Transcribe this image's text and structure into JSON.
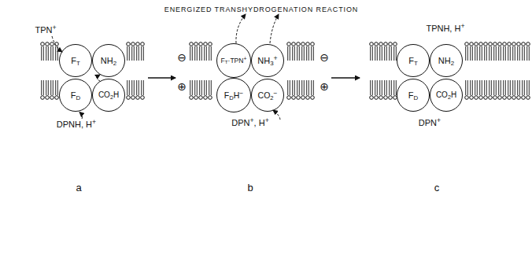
{
  "diagram": {
    "title": "ENERGIZED TRANSHYDROGENATION REACTION",
    "nodes": [
      {
        "text": [
          "FT"
        ]
      },
      {
        "text": [
          "NH2"
        ]
      },
      {
        "text": [
          "FD"
        ]
      },
      {
        "text": [
          "CO2H"
        ]
      },
      {
        "text": [
          "FT·TPN+"
        ]
      },
      {
        "text": [
          "NH3+"
        ]
      },
      {
        "text": [
          "FDH−"
        ]
      },
      {
        "text": [
          "CO2−"
        ]
      },
      {
        "text": [
          "FT"
        ]
      },
      {
        "text": [
          "NH2"
        ]
      },
      {
        "text": [
          "FD"
        ]
      },
      {
        "text": [
          "CO2H"
        ]
      }
    ],
    "edges": [
      {
        "from": 3,
        "to": 1,
        "arrow": "to"
      }
    ],
    "labels": [
      "TPN+",
      "DPNH, H+",
      "⊖",
      "⊖",
      "⊕",
      "⊕",
      "DPN+, H+",
      "TPNH, H+",
      "DPN+",
      "a",
      "b",
      "c"
    ]
  }
}
